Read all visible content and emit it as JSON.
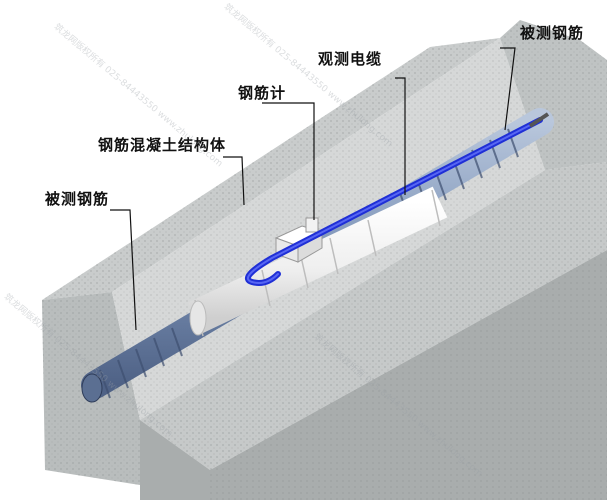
{
  "labels": {
    "observation_cable": "观测电缆",
    "measured_rebar_right": "被测钢筋",
    "rebar_gauge": "钢筋计",
    "concrete_structure": "钢筋混凝土结构体",
    "measured_rebar_left": "被测钢筋"
  },
  "colors": {
    "concrete_top": "#c9cccc",
    "concrete_front": "#b9bdbd",
    "concrete_side": "#a9adad",
    "trench_floor": "#d6d8d8",
    "cable": "#1f2fd6",
    "rebar": "#7d94b8",
    "gauge_body": "#f4f4f4"
  },
  "watermark": {
    "text": "筑龙网版权所有 025-84443550 www.zhulong.com"
  }
}
